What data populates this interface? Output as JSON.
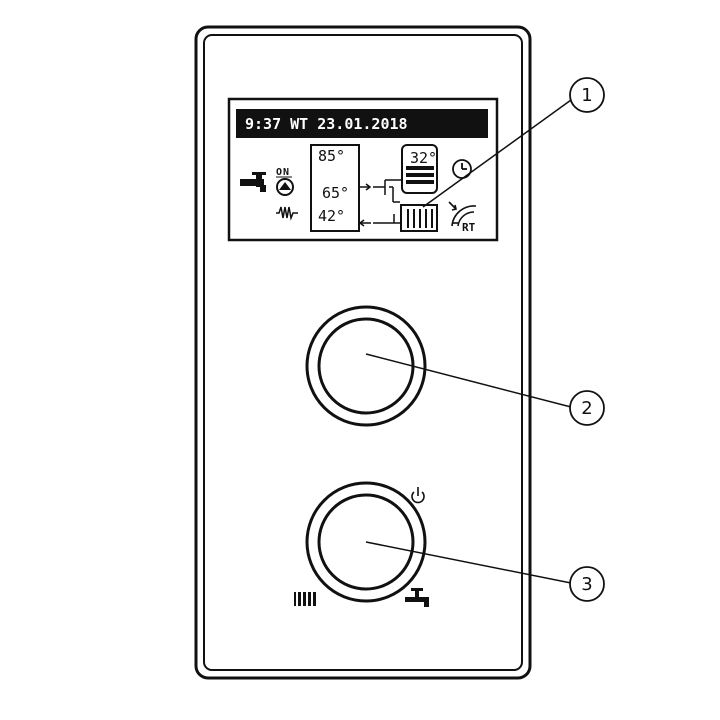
{
  "display": {
    "header": "9:37 WT 23.01.2018",
    "pump_state": "ON",
    "temp_top": "85°",
    "temp_mid": "65°",
    "temp_bottom": "42°",
    "boiler_temp": "32°",
    "rt_label": "RT"
  },
  "callouts": [
    "1",
    "2",
    "3"
  ],
  "icons": {
    "tap": "tap-icon",
    "pump": "pump-icon",
    "heater": "heater-coil-icon",
    "clock": "clock-icon",
    "room_thermostat": "room-thermostat-icon",
    "power": "power-icon",
    "radiator": "radiator-icon",
    "hot_water": "hot-water-tap-icon"
  }
}
